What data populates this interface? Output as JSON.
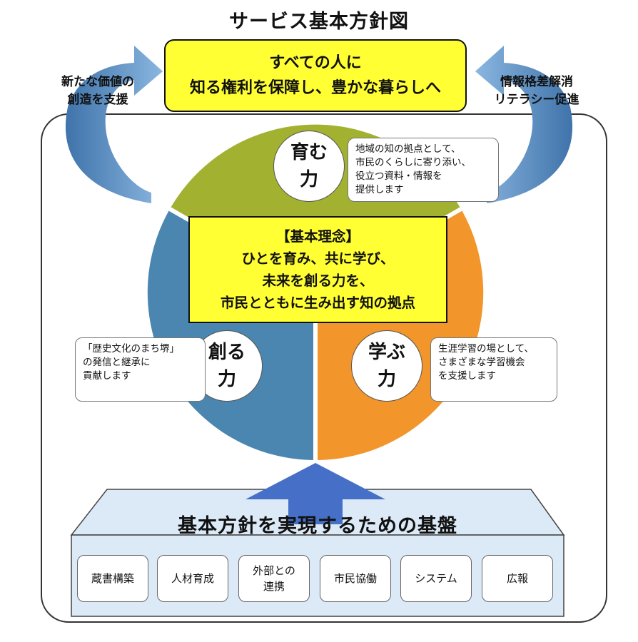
{
  "title": "サービス基本方針図",
  "vision": {
    "text": "すべての人に\n知る権利を保障し、豊かな暮らしへ"
  },
  "left_arrow_label": "新たな価値の\n創造を支援",
  "right_arrow_label": "情報格差解消\nリテラシー促進",
  "principle": {
    "text": "【基本理念】\nひとを育み、共に学び、\n未来を創る力を、\n市民とともに生み出す知の拠点"
  },
  "powers": [
    {
      "label": "育む\n力",
      "description": "地域の知の拠点として、\n市民のくらしに寄り添い、\n役立つ資料・情報を\n提供します",
      "color": "#a2b230"
    },
    {
      "label": "創る\n力",
      "description": "「歴史文化のまち堺」\nの発信と継承に\n貢献します",
      "color": "#4a86b0"
    },
    {
      "label": "学ぶ\n力",
      "description": "生涯学習の場として、\nさまざまな学習機会\nを支援します",
      "color": "#f2952a"
    }
  ],
  "foundation": {
    "title": "基本方針を実現するための基盤",
    "items": [
      "蔵書構築",
      "人材育成",
      "外部との\n連携",
      "市民協働",
      "システム",
      "広報"
    ]
  },
  "colors": {
    "vision_fill": "#ffff33",
    "arrow_blue": "#5b8fc4",
    "foundation_fill": "#dce9f7",
    "up_arrow": "#4670c8"
  }
}
